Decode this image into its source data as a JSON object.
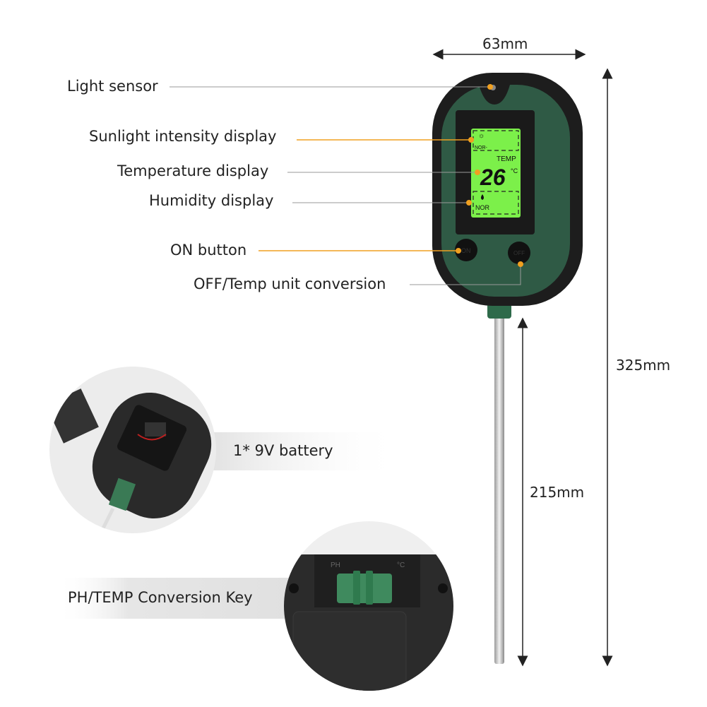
{
  "callouts": {
    "light_sensor": "Light sensor",
    "sunlight_display": "Sunlight intensity display",
    "temperature_display": "Temperature display",
    "humidity_display": "Humidity display",
    "on_button": "ON button",
    "off_button": "OFF/Temp unit conversion"
  },
  "dimensions": {
    "width": "63mm",
    "total_length": "325mm",
    "probe_length": "215mm"
  },
  "lcd": {
    "sun_label": "NOR-",
    "temp_label": "TEMP",
    "temp_value": "26",
    "temp_unit": "°C",
    "humidity_label": "NOR"
  },
  "buttons": {
    "on": "ON",
    "off": "OFF"
  },
  "insets": {
    "battery": "1* 9V battery",
    "conversion_key": "PH/TEMP Conversion Key",
    "key_left": "PH",
    "key_right": "°C"
  },
  "colors": {
    "accent": "#f0a020",
    "leader_gray": "#999999",
    "device_green": "#2f5a45",
    "lcd_green": "#7cf04a"
  }
}
